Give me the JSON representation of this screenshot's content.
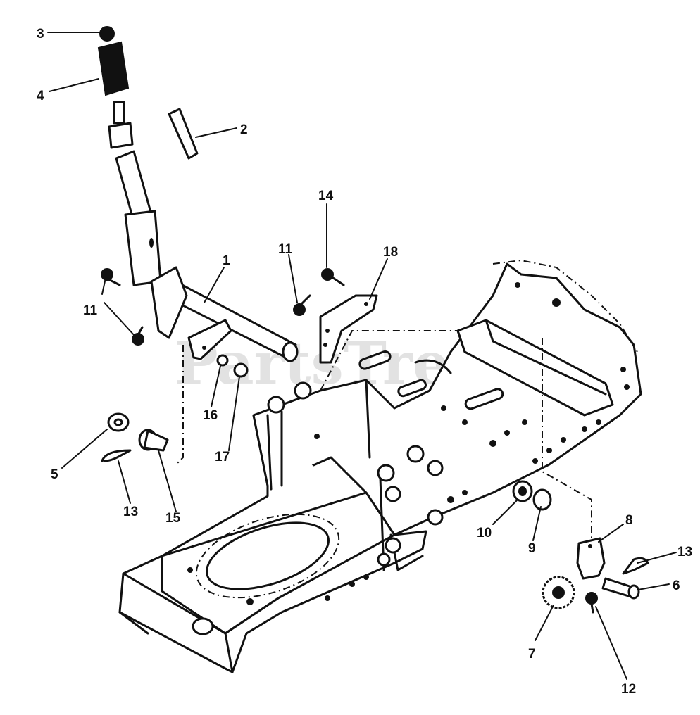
{
  "watermark": "PartsTree",
  "callouts": [
    {
      "num": "1"
    },
    {
      "num": "2"
    },
    {
      "num": "3"
    },
    {
      "num": "4"
    },
    {
      "num": "5"
    },
    {
      "num": "6"
    },
    {
      "num": "7"
    },
    {
      "num": "8"
    },
    {
      "num": "9"
    },
    {
      "num": "10"
    },
    {
      "num": "11"
    },
    {
      "num": "11"
    },
    {
      "num": "12"
    },
    {
      "num": "13"
    },
    {
      "num": "13"
    },
    {
      "num": "14"
    },
    {
      "num": "15"
    },
    {
      "num": "16"
    },
    {
      "num": "17"
    },
    {
      "num": "18"
    }
  ],
  "colors": {
    "ink": "#111111",
    "paper": "#ffffff",
    "watermark": "#d6d6d6"
  }
}
